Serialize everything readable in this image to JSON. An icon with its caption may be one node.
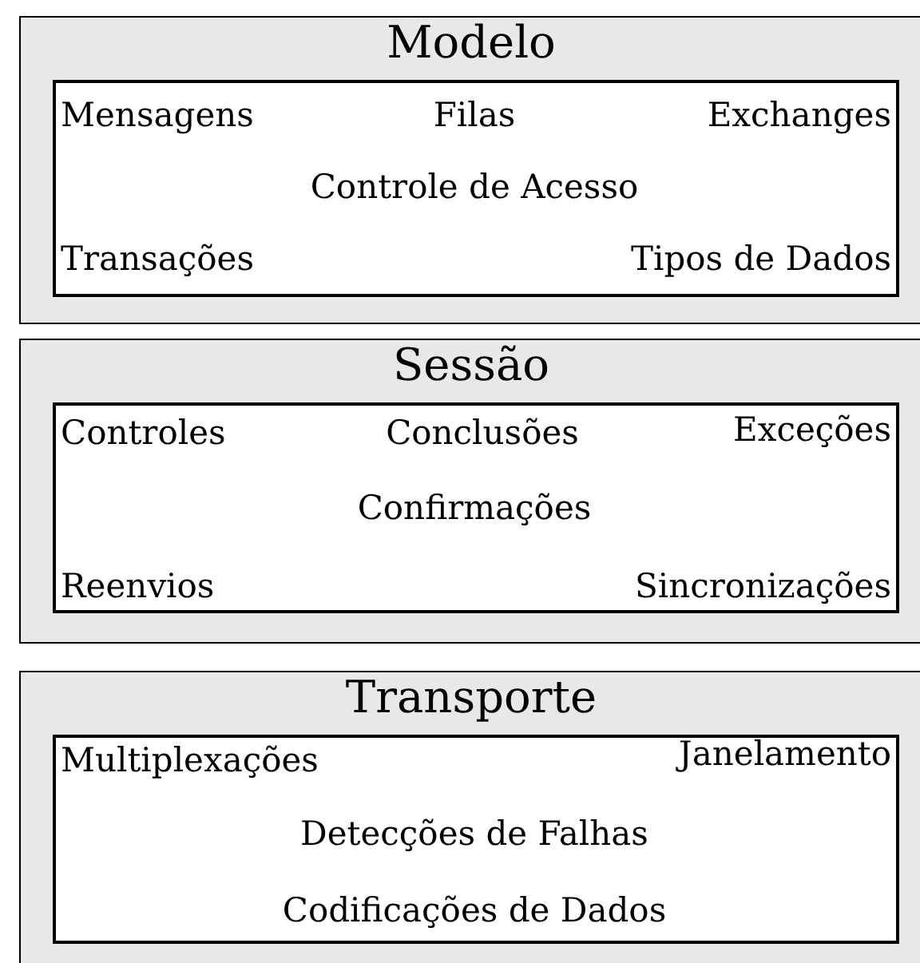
{
  "diagram": {
    "nodes": [
      {
        "text": [
          "Modelo"
        ]
      },
      {
        "text": [],
        "shape": "box",
        "in": 0
      },
      {
        "text": [
          "Sessão"
        ]
      },
      {
        "text": [],
        "shape": "box",
        "in": 2
      },
      {
        "text": [
          "Transporte"
        ]
      },
      {
        "text": [],
        "shape": "box",
        "in": 4
      }
    ],
    "labels": [
      "Mensagens",
      "Filas",
      "Exchanges",
      "Controle de Acesso",
      "Transações",
      "Tipos de Dados",
      "Controles",
      "Conclusões",
      "Exceções",
      "Confirmações",
      "Reenvios",
      "Sincronizações",
      "Multiplexações",
      "Janelamento",
      "Detecções de Falhas",
      "Codificações de Dados"
    ]
  }
}
